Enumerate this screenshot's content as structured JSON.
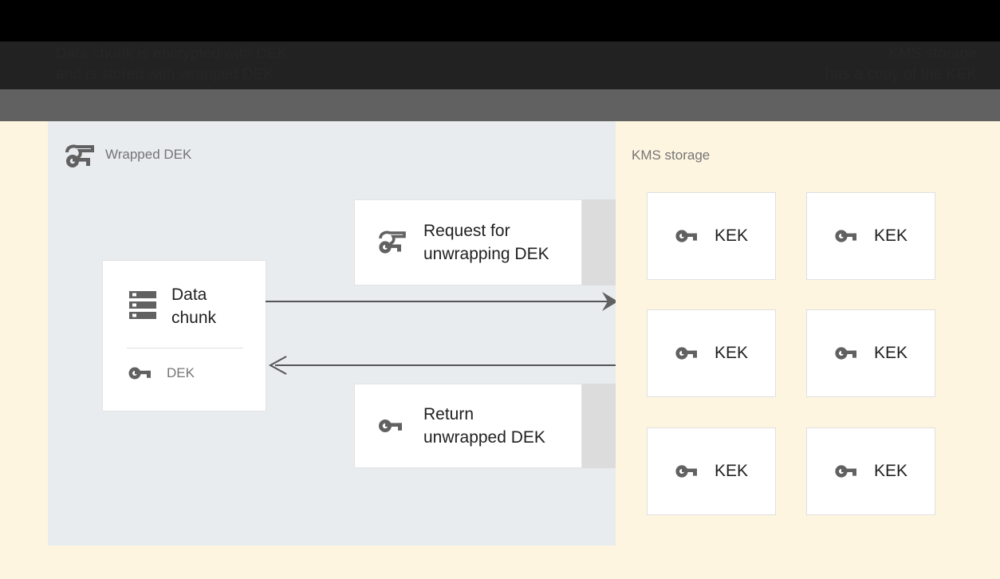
{
  "header": {
    "left_note": "Data chunk is encrypted with DEK\nand is stored with wrapped DEK",
    "right_note": "KMS storage\nhas a copy of the KEK"
  },
  "colors": {
    "background": "#fdf5e0",
    "left_panel": "#e8ecee",
    "card_surface": "#ffffff",
    "card_tail": "#dcdcdc",
    "icon_gray": "#616161",
    "title_gray": "#757575",
    "text_dark": "#212121",
    "band_black": "#000000",
    "band_dark": "#222222",
    "band_gray": "#616161"
  },
  "left_panel": {
    "title": "Wrapped DEK",
    "title_icon": "wrapped-key-icon",
    "data_card": {
      "icon": "storage-icon",
      "title": "Data\nchunk",
      "key_icon": "key-icon",
      "key_label": "DEK"
    },
    "messages": [
      {
        "id": "request",
        "icon": "wrapped-key-icon",
        "label": "Request for\nunwrapping DEK"
      },
      {
        "id": "return",
        "icon": "key-icon",
        "label": "Return\nunwrapped DEK"
      }
    ],
    "arrows": [
      {
        "id": "to-kms",
        "direction": "right",
        "style": "filled-head"
      },
      {
        "id": "from-kms",
        "direction": "left",
        "style": "open-head"
      }
    ]
  },
  "right_panel": {
    "title": "KMS storage",
    "keys": [
      {
        "icon": "key-icon",
        "label": "KEK"
      },
      {
        "icon": "key-icon",
        "label": "KEK"
      },
      {
        "icon": "key-icon",
        "label": "KEK"
      },
      {
        "icon": "key-icon",
        "label": "KEK"
      },
      {
        "icon": "key-icon",
        "label": "KEK"
      },
      {
        "icon": "key-icon",
        "label": "KEK"
      }
    ]
  }
}
